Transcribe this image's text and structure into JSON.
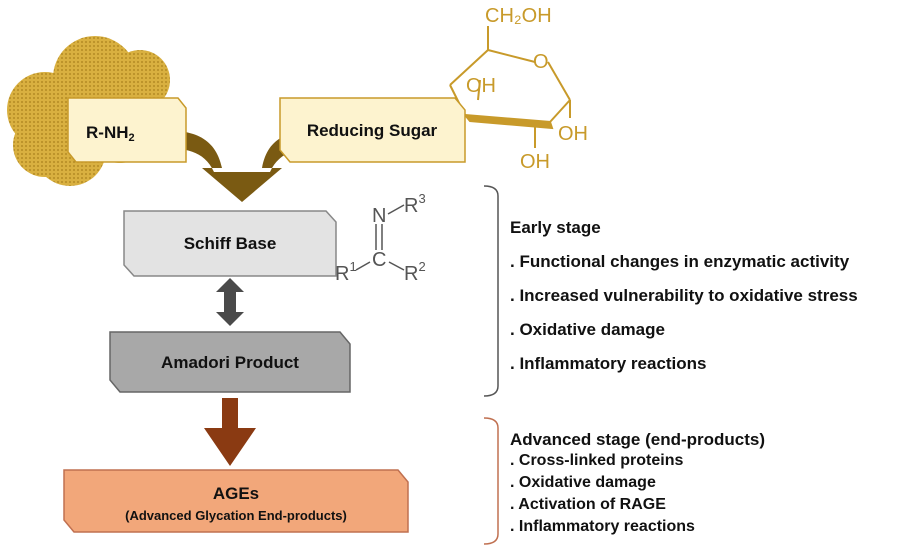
{
  "nodes": {
    "amine": {
      "label": "R-NH",
      "subscript": "2"
    },
    "sugar": {
      "label": "Reducing Sugar"
    },
    "schiff": {
      "label": "Schiff Base"
    },
    "amadori": {
      "label": "Amadori Product"
    },
    "ages": {
      "label": "AGEs",
      "sublabel": "(Advanced Glycation End-products)"
    }
  },
  "glucose": {
    "ch2oh": "CH₂OH",
    "ring_o": "O",
    "oh_top": "OH",
    "oh_right": "OH",
    "oh_bottom": "OH"
  },
  "imine": {
    "n": "N",
    "c": "C",
    "r1": "R",
    "r1_sup": "1",
    "r2": "R",
    "r2_sup": "2",
    "r3": "R",
    "r3_sup": "3"
  },
  "early_stage": {
    "title": "Early stage",
    "items": [
      ". Functional changes in enzymatic activity",
      ". Increased vulnerability to oxidative stress",
      ". Oxidative damage",
      ". Inflammatory reactions"
    ]
  },
  "advanced_stage": {
    "title": "Advanced stage (end-products)",
    "items": [
      ". Cross-linked proteins",
      ". Oxidative damage",
      ". Activation of RAGE",
      ". Inflammatory reactions"
    ]
  },
  "colors": {
    "protein": "#d9b040",
    "sugar_line": "#c89a2a",
    "label_box": "#fdf3cf",
    "merge_arrow": "#7a5a12",
    "schiff_box": "#e3e3e3",
    "amadori_box": "#a8a8a8",
    "ages_box": "#f2a77a",
    "double_arrow": "#4a4a4a",
    "down_arrow": "#8a3a12"
  }
}
